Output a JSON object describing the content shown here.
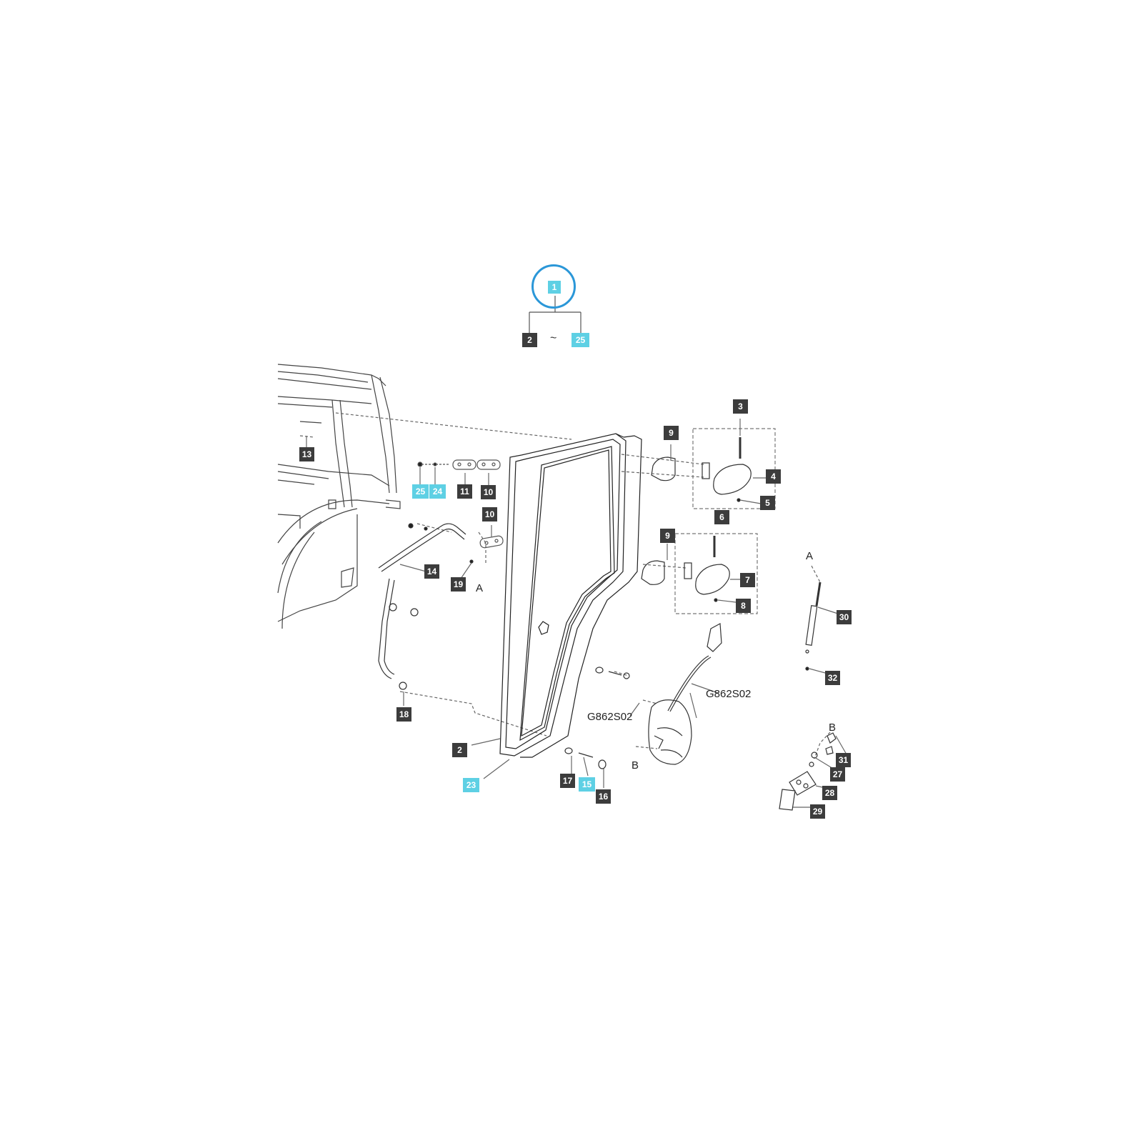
{
  "assembly": {
    "number": "1",
    "range_from": "2",
    "range_sep": "~",
    "range_to": "25"
  },
  "callouts": {
    "c2a": "2",
    "c2b": "2",
    "c3": "3",
    "c4": "4",
    "c5": "5",
    "c6": "6",
    "c7": "7",
    "c8": "8",
    "c9a": "9",
    "c9b": "9",
    "c10a": "10",
    "c10b": "10",
    "c11": "11",
    "c13": "13",
    "c14": "14",
    "c15": "15",
    "c16": "16",
    "c17": "17",
    "c18": "18",
    "c19": "19",
    "c23": "23",
    "c24": "24",
    "c25": "25",
    "c27": "27",
    "c28": "28",
    "c29": "29",
    "c30": "30",
    "c31": "31",
    "c32": "32"
  },
  "references": {
    "a1": "A",
    "a2": "A",
    "b1": "B",
    "b2": "B",
    "g1": "G862S02",
    "g2": "G862S02"
  },
  "colors": {
    "highlight": "#5ed0e4",
    "callout": "#3c3c3c",
    "ring": "#2b97d8",
    "line": "#555555"
  }
}
